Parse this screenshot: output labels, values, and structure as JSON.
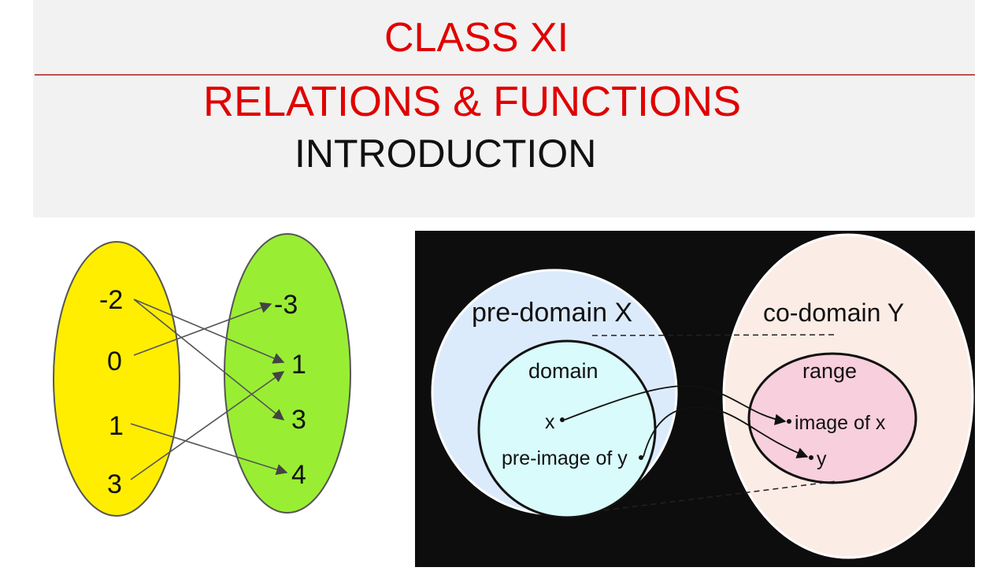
{
  "header": {
    "line1": "CLASS XI",
    "line2": "RELATIONS & FUNCTIONS",
    "line3": "INTRODUCTION"
  },
  "left_diagram": {
    "domain_values": [
      "-2",
      "0",
      "1",
      "3"
    ],
    "codomain_values": [
      "-3",
      "1",
      "3",
      "4"
    ],
    "mappings": [
      [
        "-2",
        "1"
      ],
      [
        "-2",
        "3"
      ],
      [
        "0",
        "-3"
      ],
      [
        "1",
        "4"
      ],
      [
        "3",
        "1"
      ]
    ],
    "colors": {
      "domain_fill": "#ffee00",
      "codomain_fill": "#99ee33"
    }
  },
  "right_diagram": {
    "set_x_label": "pre-domain X",
    "set_y_label": "co-domain Y",
    "domain_label": "domain",
    "range_label": "range",
    "x_label": "x",
    "preimage_label": "pre-image of y",
    "image_label": "image of x",
    "y_label": "y",
    "colors": {
      "set_x_fill": "#dcebfb",
      "domain_fill": "#d9fbfb",
      "set_y_fill": "#fcece6",
      "range_fill": "#f8cfdc",
      "background": "#0d0d0d"
    }
  }
}
